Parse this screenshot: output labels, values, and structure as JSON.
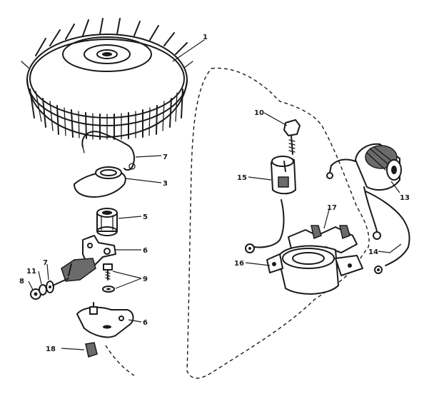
{
  "diagram": {
    "callouts": [
      {
        "id": "c1",
        "text": "1"
      },
      {
        "id": "c7a",
        "text": "7"
      },
      {
        "id": "c3",
        "text": "3"
      },
      {
        "id": "c5",
        "text": "5"
      },
      {
        "id": "c6a",
        "text": "6"
      },
      {
        "id": "c9",
        "text": "9"
      },
      {
        "id": "c6b",
        "text": "6"
      },
      {
        "id": "c8",
        "text": "8"
      },
      {
        "id": "c11",
        "text": "11"
      },
      {
        "id": "c7b",
        "text": "7"
      },
      {
        "id": "c18",
        "text": "18"
      },
      {
        "id": "c10",
        "text": "10"
      },
      {
        "id": "c15",
        "text": "15"
      },
      {
        "id": "c13",
        "text": "13"
      },
      {
        "id": "c17",
        "text": "17"
      },
      {
        "id": "c16",
        "text": "16"
      },
      {
        "id": "c14",
        "text": "14"
      }
    ]
  },
  "parts": {
    "flywheel": "flywheel-icon",
    "spring_clip": "spring-clip-icon",
    "dust_cover": "dust-cover-icon",
    "cam_bushing": "cam-bushing-icon",
    "breaker_arm": "breaker-arm-icon",
    "screw": "screw-icon",
    "nut_washer": "nut-washer-icon",
    "breaker_plate": "breaker-plate-icon",
    "felt_wick": "felt-wick-icon",
    "mounting_screw": "mounting-screw-icon",
    "condenser": "condenser-icon",
    "ignition_coil": "ignition-coil-icon",
    "coil_bracket": "coil-bracket-icon",
    "lead_wire": "lead-wire-icon"
  }
}
